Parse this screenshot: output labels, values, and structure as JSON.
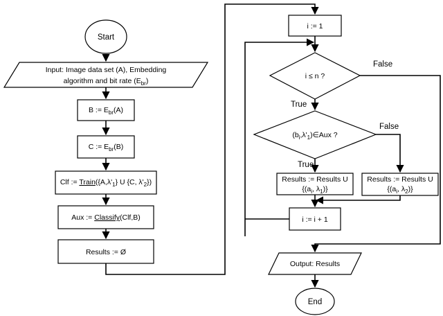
{
  "flowchart": {
    "start": "Start",
    "input": {
      "line1": "Input: Image data set (A), Embedding",
      "line2_pre": "algorithm and bit rate (E",
      "line2_sub": "br",
      "line2_post": ")"
    },
    "step_b": {
      "pre": "B := E",
      "sub": "br",
      "post": "(A)"
    },
    "step_c": {
      "pre": "C := E",
      "sub": "br",
      "post": "(B)"
    },
    "step_clf": {
      "pre": "Clf := ",
      "fn": "Train",
      "args_a": "({A,λ'",
      "sub1": "1",
      "args_b": "} U {C, λ'",
      "sub2": "2",
      "args_c": "})"
    },
    "step_aux": {
      "pre": "Aux := ",
      "fn": "Classify",
      "args": "(Clf,B)"
    },
    "step_results_init": "Results := Ø",
    "step_i_init": "i := 1",
    "cond_loop": "i ≤ n ?",
    "cond_aux": {
      "pre": "(b",
      "sub1": "i",
      "mid": ",λ'",
      "sub2": "1",
      "post": ")∈Aux ?"
    },
    "step_res_true": {
      "line1": "Results := Results U",
      "l2_a": "{(a",
      "sub1": "i",
      "l2_b": ", λ",
      "sub2": "1",
      "l2_c": ")}"
    },
    "step_res_false": {
      "line1": "Results := Results U",
      "l2_a": "{(a",
      "sub1": "i",
      "l2_b": ", λ",
      "sub2": "2",
      "l2_c": ")}"
    },
    "step_i_inc": "i := i + 1",
    "output": "Output: Results",
    "end": "End",
    "label_true_loop": "True",
    "label_false_loop": "False",
    "label_true_aux": "True",
    "label_false_aux": "False"
  }
}
